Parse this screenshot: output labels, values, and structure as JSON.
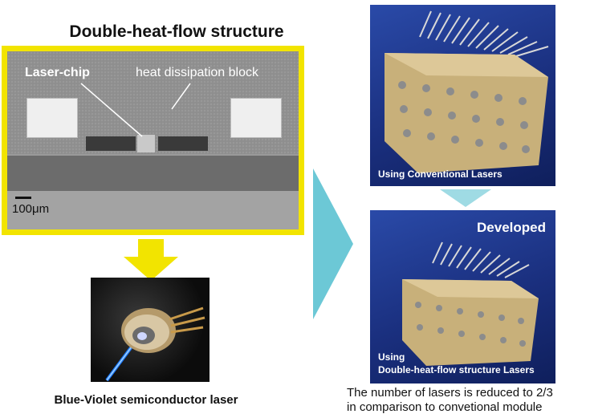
{
  "left": {
    "title": "Double-heat-flow structure",
    "label_laser_chip": "Laser-chip",
    "label_heat_block": "heat dissipation block",
    "scale_label": "100μm",
    "caption": "Blue-Violet semiconductor laser"
  },
  "right": {
    "top_photo_label": "Using Conventional Lasers",
    "bottom_photo_badge": "Developed",
    "bottom_photo_label_line1": "Using",
    "bottom_photo_label_line2": "Double-heat-flow structure Lasers",
    "caption_line1": "The  number of lasers is reduced to 2/3",
    "caption_line2": "in comparison to convetional module"
  },
  "colors": {
    "frame_yellow": "#f2e400",
    "arrow_cyan": "#6cc8d6",
    "photo_blue": "#1f3a8f",
    "module_gold": "#c8b07a"
  }
}
